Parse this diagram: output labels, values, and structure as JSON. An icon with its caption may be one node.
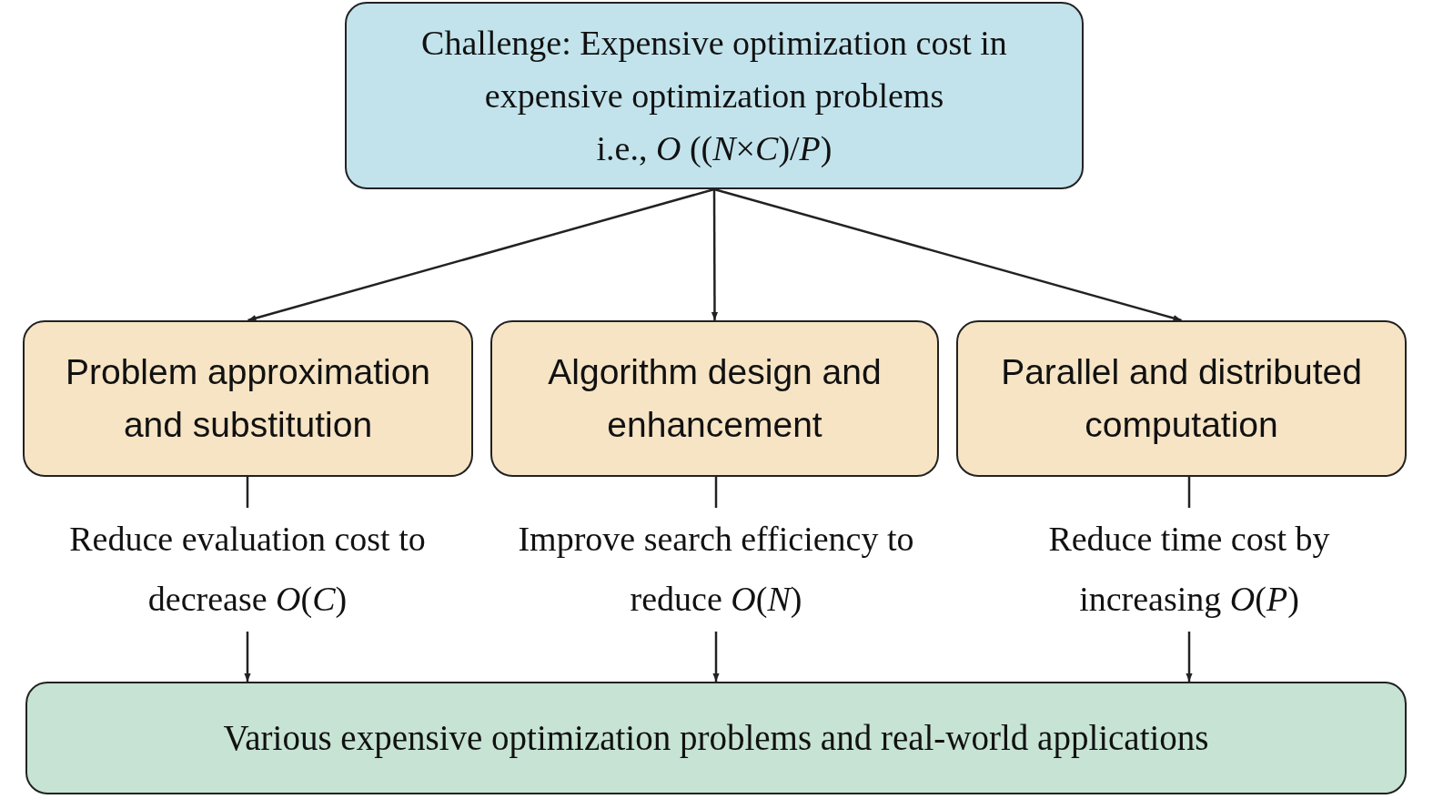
{
  "diagram": {
    "nodes": [
      {
        "text": [
          "Challenge: Expensive optimization cost in expensive optimization problems",
          "i.e., *O* ((*N*×*C*)/*P*)"
        ]
      },
      {
        "text": [
          "Problem approximation and substitution"
        ]
      },
      {
        "text": [
          "Algorithm design and enhancement"
        ]
      },
      {
        "text": [
          "Parallel and distributed computation"
        ]
      },
      {
        "text": [
          "Reduce evaluation cost to decrease *O*(*C*)"
        ]
      },
      {
        "text": [
          "Improve search efficiency to reduce *O*(*N*)"
        ]
      },
      {
        "text": [
          "Reduce time cost by increasing *O*(*P*)"
        ]
      },
      {
        "text": [
          "Various expensive optimization problems and real-world applications"
        ]
      }
    ],
    "edges": [
      {
        "from": 0,
        "to": 1,
        "arrow": "to"
      },
      {
        "from": 0,
        "to": 2,
        "arrow": "to"
      },
      {
        "from": 0,
        "to": 3,
        "arrow": "to"
      },
      {
        "from": 1,
        "to": 4,
        "arrow": "none"
      },
      {
        "from": 2,
        "to": 5,
        "arrow": "none"
      },
      {
        "from": 3,
        "to": 6,
        "arrow": "none"
      },
      {
        "from": 4,
        "to": 7,
        "arrow": "to"
      },
      {
        "from": 5,
        "to": 7,
        "arrow": "to"
      },
      {
        "from": 6,
        "to": 7,
        "arrow": "to"
      }
    ]
  }
}
